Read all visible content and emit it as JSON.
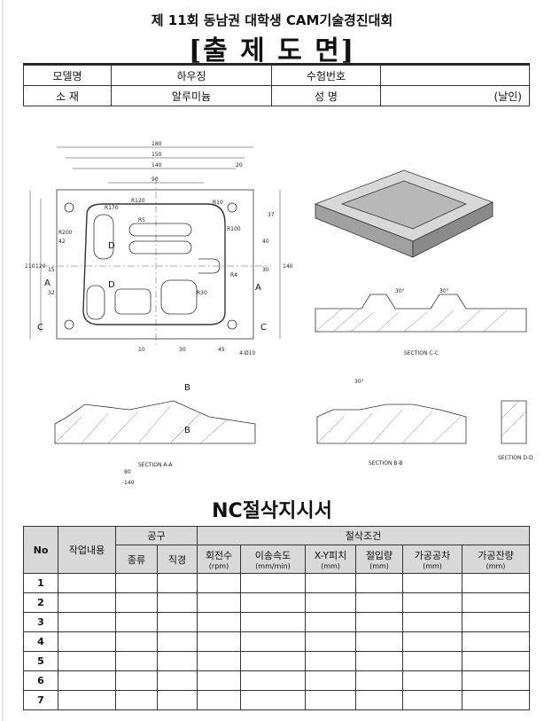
{
  "header": {
    "title": "제 11회 동남권 대학생 CAM기술경진대회",
    "subtitle": "[출  제   도  면]"
  },
  "info": {
    "model_label": "모델명",
    "model_value": "하우징",
    "exam_no_label": "수험번호",
    "exam_no_value": "",
    "material_label": "소 재",
    "material_value": "알루미늄",
    "name_label": "성 명",
    "name_value": "(날인)"
  },
  "drawing": {
    "dims_top": [
      "180",
      "150",
      "140",
      "90",
      "20"
    ],
    "dims_left": [
      "110",
      "120",
      "15",
      "32",
      "42"
    ],
    "dims_right": [
      "37",
      "40",
      "30",
      "140"
    ],
    "radius_labels": [
      "R200",
      "R170",
      "R120",
      "R100",
      "R4",
      "R5",
      "R10",
      "R30"
    ],
    "section_labels": [
      "SECTION C-C",
      "SECTION A-A",
      "SECTION B-B",
      "SECTION D-D"
    ],
    "letters": [
      "A",
      "A",
      "C",
      "C",
      "D",
      "D",
      "B",
      "B"
    ],
    "angle_labels": [
      "30°",
      "30°",
      "30°"
    ],
    "hole_label": "4-Ø10",
    "bottom_dims": [
      "10",
      "30",
      "45",
      "80",
      "140"
    ]
  },
  "nc": {
    "title": "NC절삭지시서",
    "col_no": "No",
    "col_work": "작업내용",
    "col_tool": "공구",
    "col_tool_type": "종류",
    "col_tool_dia": "직경",
    "col_cond": "절삭조건",
    "col_rpm": "회전수",
    "col_rpm_unit": "(rpm)",
    "col_feed": "이송속도",
    "col_feed_unit": "(mm/min)",
    "col_pitch": "X-Y피치",
    "col_pitch_unit": "(mm)",
    "col_depth": "절입량",
    "col_depth_unit": "(mm)",
    "col_tol": "가공공차",
    "col_tol_unit": "(mm)",
    "col_stock": "가공잔량",
    "col_stock_unit": "(mm)",
    "rows": [
      "1",
      "2",
      "3",
      "4",
      "5",
      "6",
      "7"
    ]
  }
}
